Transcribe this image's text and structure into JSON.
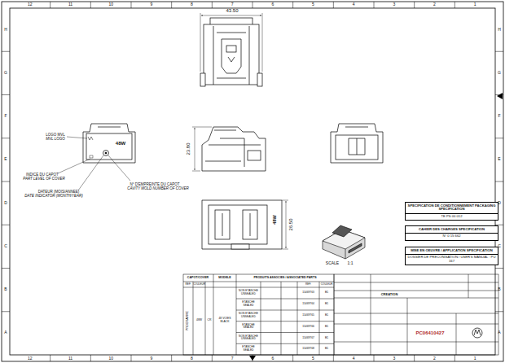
{
  "diagram": {
    "nodes": [
      {
        "text": [
          "SPECIFICATION DE CONDITIONNEMENT PACKAGING SPECIFICATION",
          "TE PS 00 012"
        ]
      },
      {
        "text": [
          "CAHIER DES CHARGES SPECIFICATION",
          "N° 0 15 662"
        ]
      },
      {
        "text": [
          "MISE EN OEUVRE / APPLICATION SPECIFICATION",
          "DOSSIER DE PRECONISATION / USER'S MANUAL : PU 167"
        ]
      }
    ],
    "labels": [
      "12",
      "11",
      "10",
      "9",
      "8",
      "7",
      "6",
      "5",
      "4",
      "3",
      "2",
      "1",
      "12",
      "11",
      "10",
      "9",
      "8",
      "7",
      "6",
      "5",
      "4",
      "3",
      "2",
      "1",
      "H",
      "G",
      "F",
      "E",
      "D",
      "C",
      "B",
      "A",
      "H",
      "G",
      "F",
      "E",
      "D",
      "C",
      "B",
      "A",
      "43.50",
      "23.80",
      "26.50",
      "48W",
      "48W",
      "LOGO MVL",
      "MVL LOGO",
      "INDICE DU CAPOT",
      "PART LEVEL OF COVER",
      "DATEUR (MOIS/ANNEE)",
      "DATE INDICATOR (MONTH/YEAR)",
      "N° D'EMPREINTE DU CAPOT",
      "CAVITY MOLD NUMBER OF COVER",
      "SCALE",
      "1:1",
      "CAPOT/COVER",
      "MODELE",
      "PRODUITS ASSOCIES / ASSOCIATED PARTS",
      "REF.",
      "COULEUR",
      "REF.",
      "COULEUR",
      "PROGRAMME",
      "48W",
      "CR",
      "48 VOIES BLACK",
      "NON ETANCHE UNSEALED",
      "ETANCHE SEALED",
      "NON ETANCHE UNSEALED",
      "ETANCHE SEALED",
      "NON ETANCHE UNSEALED",
      "ETANCHE SEALED",
      "15469763",
      "15469764",
      "15469765",
      "15469766",
      "15469767",
      "15469768",
      "B1",
      "B1",
      "B1",
      "B1",
      "B1",
      "B1",
      "CREATION",
      "PC06410427"
    ]
  }
}
